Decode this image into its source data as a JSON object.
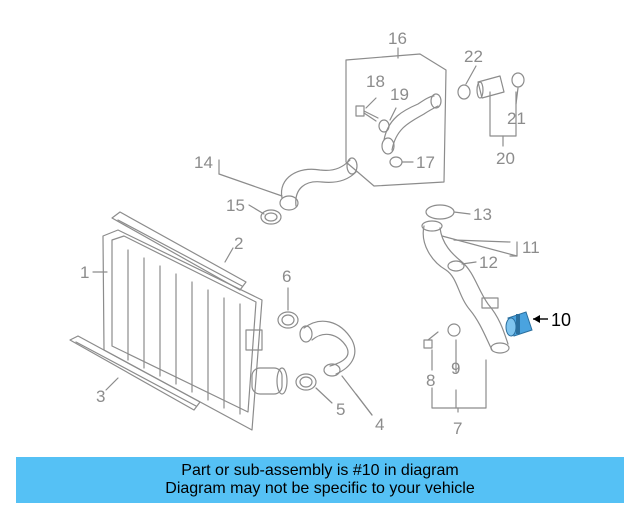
{
  "diagram": {
    "callouts": [
      {
        "id": "1",
        "label": "1"
      },
      {
        "id": "2",
        "label": "2"
      },
      {
        "id": "3",
        "label": "3"
      },
      {
        "id": "4",
        "label": "4"
      },
      {
        "id": "5",
        "label": "5"
      },
      {
        "id": "6",
        "label": "6"
      },
      {
        "id": "7",
        "label": "7"
      },
      {
        "id": "8",
        "label": "8"
      },
      {
        "id": "9",
        "label": "9"
      },
      {
        "id": "10",
        "label": "10",
        "highlighted": true
      },
      {
        "id": "11",
        "label": "11"
      },
      {
        "id": "12",
        "label": "12"
      },
      {
        "id": "13",
        "label": "13"
      },
      {
        "id": "14",
        "label": "14"
      },
      {
        "id": "15",
        "label": "15"
      },
      {
        "id": "16",
        "label": "16"
      },
      {
        "id": "17",
        "label": "17"
      },
      {
        "id": "18",
        "label": "18"
      },
      {
        "id": "19",
        "label": "19"
      },
      {
        "id": "20",
        "label": "20"
      },
      {
        "id": "21",
        "label": "21"
      },
      {
        "id": "22",
        "label": "22"
      }
    ],
    "highlight_color": "#4aa3df",
    "line_color": "#8c8c8c"
  },
  "banner": {
    "line1": "Part or sub-assembly is #10 in diagram",
    "line2": "Diagram may not be specific to your vehicle",
    "background": "#55c1f5"
  }
}
